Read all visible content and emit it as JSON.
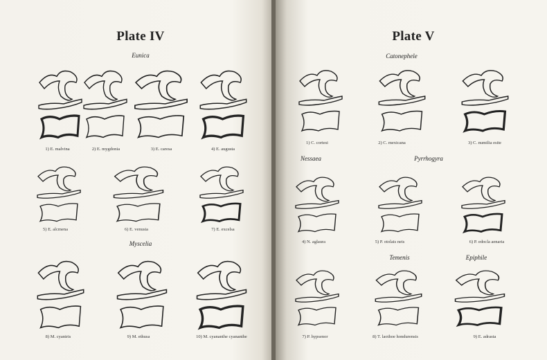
{
  "left_page": {
    "title": "Plate IV",
    "genera": [
      "Eunica",
      "Myscelia"
    ],
    "captions": [
      "1) E. malvina",
      "2) E. mygdonia",
      "3) E. caresa",
      "4) E. augusta",
      "5) E. alcmena",
      "6) E. venusia",
      "7) E. excelsa",
      "8) M. cyaniris",
      "9) M. ethusa",
      "10) M. cyananthe cyananthe"
    ]
  },
  "right_page": {
    "title": "Plate V",
    "genera": [
      "Catonephele",
      "Nessaea",
      "Pyrrhogyra",
      "Temenis",
      "Epiphile"
    ],
    "captions": [
      "1) C. cortesi",
      "2) C. mexicana",
      "3) C. numilia esite",
      "4) N. aglaura",
      "5) P. otolais neis",
      "6) P. edocla aenaria",
      "7) P. hypsenor",
      "8) T. laothoe hondurensis",
      "9) E. adrasta"
    ]
  },
  "colors": {
    "paper": "#f5f3ed",
    "ink": "#222222",
    "gutter": "#6b665c"
  }
}
